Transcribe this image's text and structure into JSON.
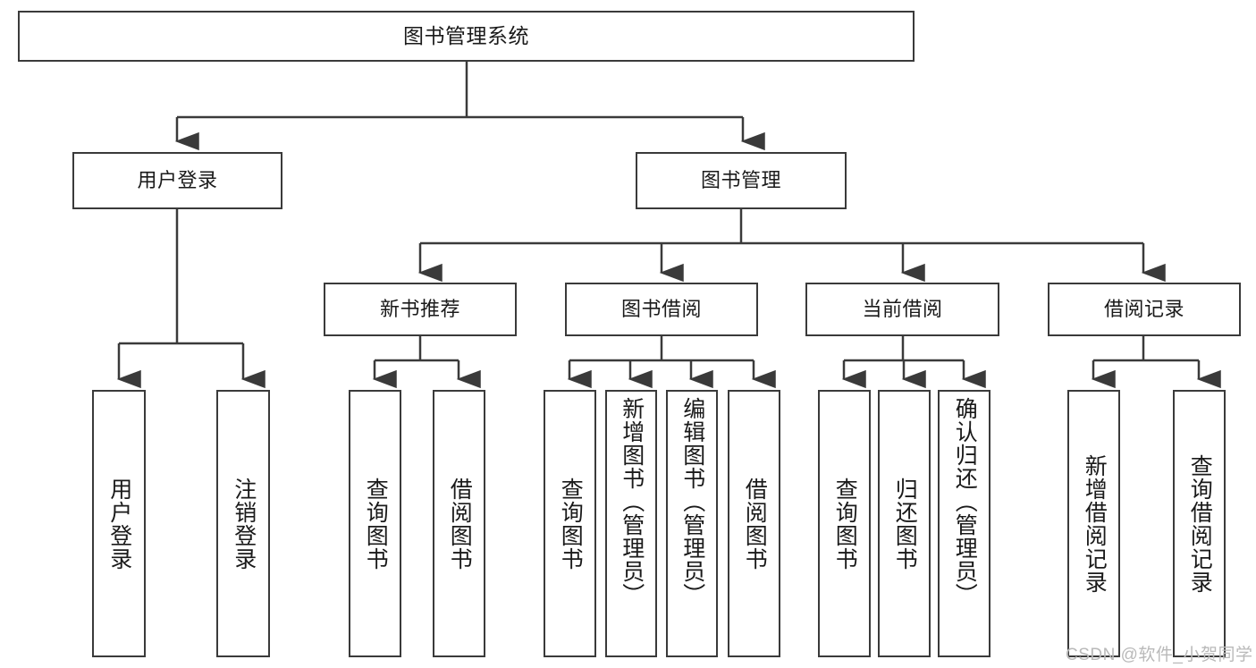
{
  "diagram": {
    "type": "hierarchy-tree",
    "title": "图书管理系统",
    "levels": 4,
    "root": {
      "label": "图书管理系统"
    },
    "level2": [
      {
        "label": "用户登录"
      },
      {
        "label": "图书管理"
      }
    ],
    "level3": [
      {
        "label": "新书推荐",
        "parent": "图书管理"
      },
      {
        "label": "图书借阅",
        "parent": "图书管理"
      },
      {
        "label": "当前借阅",
        "parent": "图书管理"
      },
      {
        "label": "借阅记录",
        "parent": "图书管理"
      }
    ],
    "leaves": {
      "user_login": [
        {
          "label": "用户登录"
        },
        {
          "label": "注销登录"
        }
      ],
      "new_book_recommend": [
        {
          "label": "查询图书"
        },
        {
          "label": "借阅图书"
        }
      ],
      "book_borrow": [
        {
          "label": "查询图书"
        },
        {
          "label": "新增图书（管理员）"
        },
        {
          "label": "编辑图书（管理员）"
        },
        {
          "label": "借阅图书"
        }
      ],
      "current_borrow": [
        {
          "label": "查询图书"
        },
        {
          "label": "归还图书"
        },
        {
          "label": "确认归还（管理员）"
        }
      ],
      "borrow_record": [
        {
          "label": "新增借阅记录"
        },
        {
          "label": "查询借阅记录"
        }
      ]
    }
  },
  "watermark": {
    "text": "CSDN @软件_小贺同学"
  },
  "colors": {
    "border": "#3a3a3a",
    "background": "#ffffff",
    "text": "#1a1a1a",
    "watermark": "#b9b9b9"
  }
}
